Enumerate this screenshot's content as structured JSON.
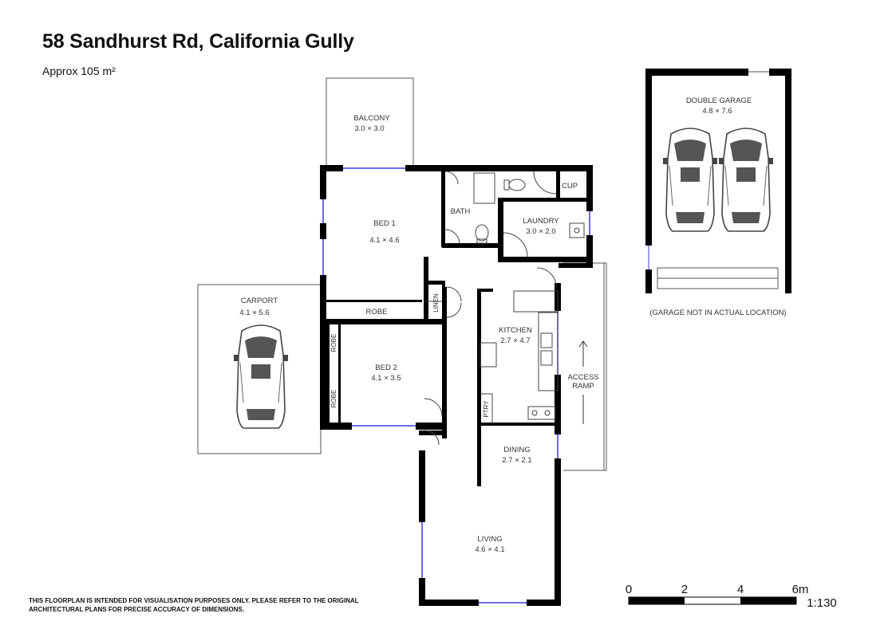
{
  "header": {
    "address": "58 Sandhurst Rd, California Gully",
    "area": "Approx 105 m²"
  },
  "rooms": {
    "balcony": {
      "name": "BALCONY",
      "dims": "3.0 × 3.0"
    },
    "bed1": {
      "name": "BED 1",
      "dims": "4.1 × 4.6"
    },
    "bath": {
      "name": "BATH"
    },
    "cup": {
      "name": "CUP"
    },
    "laundry": {
      "name": "LAUNDRY",
      "dims": "3.0 × 2.0"
    },
    "robe1": {
      "name": "ROBE"
    },
    "linen": {
      "name": "LINEN"
    },
    "kitchen": {
      "name": "KITCHEN",
      "dims": "2.7 × 4.7"
    },
    "carport": {
      "name": "CARPORT",
      "dims": "4.1 × 5.6"
    },
    "bed2": {
      "name": "BED 2",
      "dims": "4.1 × 3.5"
    },
    "robe2a": {
      "name": "ROBE"
    },
    "robe2b": {
      "name": "ROBE"
    },
    "ptry": {
      "name": "PTRY"
    },
    "access_ramp": {
      "name1": "ACCESS",
      "name2": "RAMP"
    },
    "dining": {
      "name": "DINING",
      "dims": "2.7 × 2.1"
    },
    "living": {
      "name": "LIVING",
      "dims": "4.6 × 4.1"
    },
    "garage": {
      "name": "DOUBLE GARAGE",
      "dims": "4.8 × 7.6",
      "note": "(GARAGE NOT IN ACTUAL LOCATION)"
    }
  },
  "footer": {
    "disclaimer_line1": "THIS FLOORPLAN IS INTENDED FOR VISUALISATION PURPOSES ONLY. PLEASE REFER TO THE ORIGINAL",
    "disclaimer_line2": "ARCHITECTURAL PLANS FOR PRECISE ACCURACY OF DIMENSIONS."
  },
  "scale": {
    "ticks": [
      "0",
      "2",
      "4",
      "6m"
    ],
    "ratio": "1:130"
  },
  "colors": {
    "wall": "#000000",
    "window": "#3b3bd9",
    "outline": "#555555"
  }
}
